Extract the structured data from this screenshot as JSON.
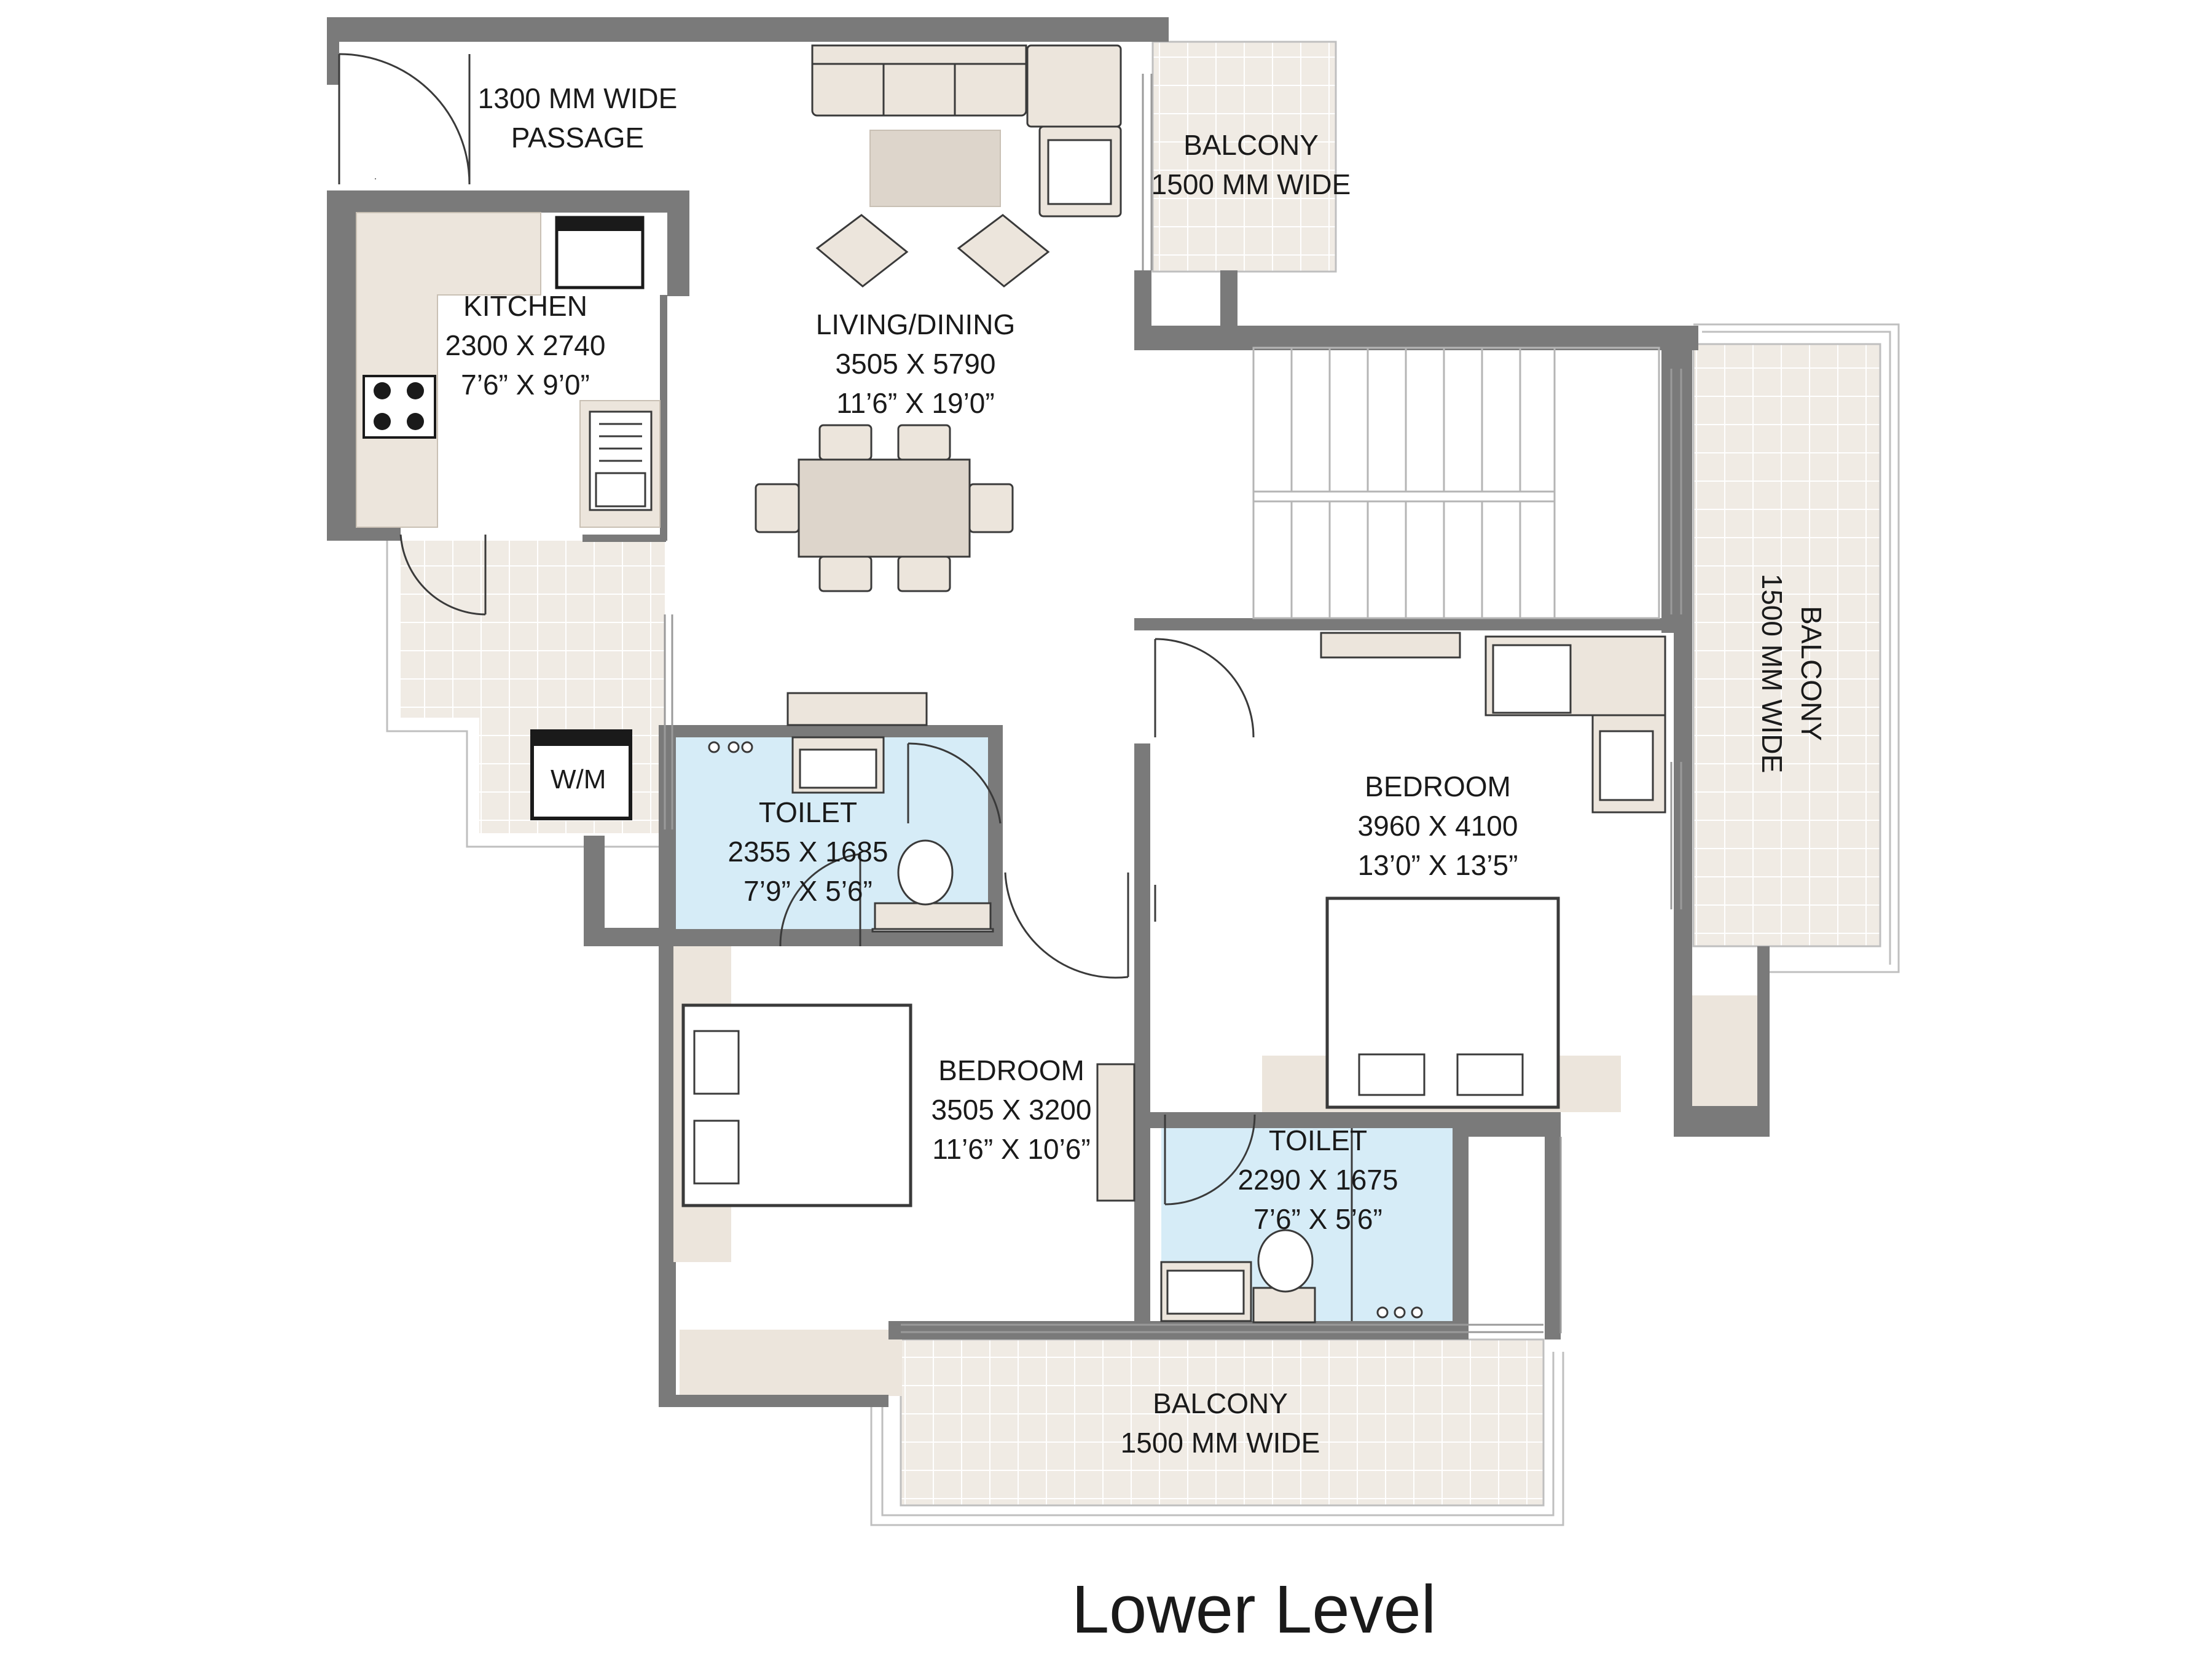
{
  "caption": "Lower Level",
  "colors": {
    "wall": "#7a7a7a",
    "tile": "#f0ebe4",
    "tile_line": "#ffffff",
    "toilet": "#d6ecf7",
    "furniture": "#ece5dc",
    "furniture_stroke": "#3a3a3a"
  },
  "rooms": {
    "passage": {
      "lines": [
        "1300 MM WIDE",
        "PASSAGE"
      ]
    },
    "kitchen": {
      "lines": [
        "KITCHEN",
        "2300 X  2740",
        "7’6” X 9’0”"
      ]
    },
    "living": {
      "lines": [
        "LIVING/DINING",
        "3505 X 5790",
        "11’6” X 19’0”"
      ]
    },
    "balcony_top": {
      "lines": [
        "BALCONY",
        "1500 MM WIDE"
      ]
    },
    "balcony_right": {
      "lines": [
        "BALCONY",
        "1500 MM WIDE"
      ]
    },
    "toilet_left": {
      "lines": [
        "TOILET",
        "2355 X 1685",
        "7’9” X 5’6”"
      ]
    },
    "bedroom_right": {
      "lines": [
        "BEDROOM",
        "3960 X 4100",
        "13’0” X 13’5”"
      ]
    },
    "bedroom_left": {
      "lines": [
        "BEDROOM",
        "3505 X 3200",
        "11’6” X 10’6”"
      ]
    },
    "toilet_right": {
      "lines": [
        "TOILET",
        "2290 X 1675",
        "7’6” X 5’6”"
      ]
    },
    "balcony_bottom": {
      "lines": [
        "BALCONY",
        "1500 MM WIDE"
      ]
    },
    "washing_machine": "W/M"
  }
}
